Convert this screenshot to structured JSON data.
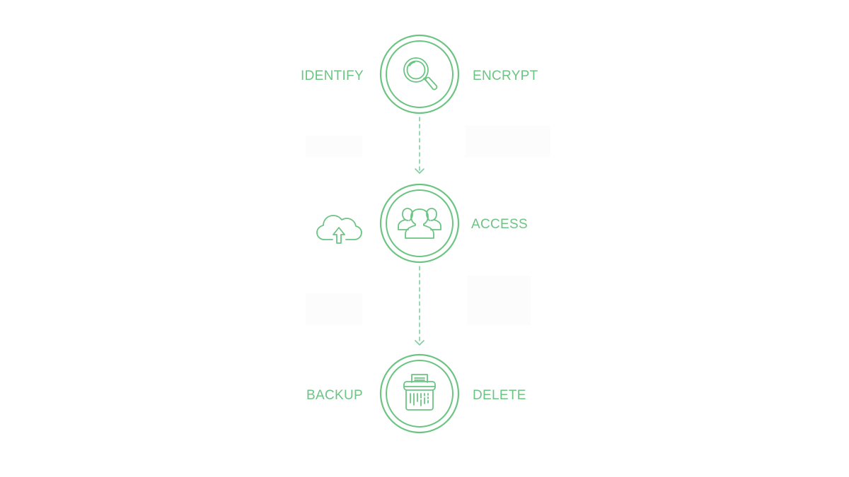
{
  "diagram": {
    "type": "vertical-process-flow",
    "accent_color": "#6cc483",
    "connector_color": "#7fcfa0",
    "steps": [
      {
        "id": "step-1",
        "icon": "magnifier-icon",
        "left_label": "IDENTIFY",
        "right_label": "ENCRYPT"
      },
      {
        "id": "step-2",
        "icon": "users-group-icon",
        "left_icon": "cloud-upload-icon",
        "right_label": "ACCESS"
      },
      {
        "id": "step-3",
        "icon": "shredder-icon",
        "left_label": "BACKUP",
        "right_label": "DELETE"
      }
    ],
    "connectors": [
      {
        "from": "step-1",
        "to": "step-2",
        "style": "dashed-arrow"
      },
      {
        "from": "step-2",
        "to": "step-3",
        "style": "dashed-arrow"
      }
    ]
  }
}
